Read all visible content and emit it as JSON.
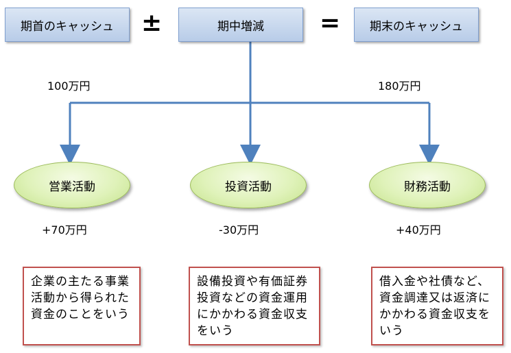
{
  "top": {
    "start_label": "期首のキャッシュ",
    "plus_minus": "±",
    "change_label": "期中増減",
    "equals": "=",
    "end_label": "期末のキャッシュ"
  },
  "amounts": {
    "start": "100万円",
    "end": "180万円"
  },
  "activities": [
    {
      "label": "営業活動",
      "amount": "+70万円",
      "description": "企業の主たる事業活動から得られた資金のことをいう"
    },
    {
      "label": "投資活動",
      "amount": "-30万円",
      "description": "設備投資や有価証券投資などの資金運用にかかわる資金収支をいう"
    },
    {
      "label": "財務活動",
      "amount": "+40万円",
      "description": "借入金や社債など、資金調達又は返済にかかわる資金収支をいう"
    }
  ],
  "colors": {
    "box_fill": "#b8cce8",
    "connector": "#4f81bd",
    "ellipse_fill": "#dff2b9",
    "desc_border": "#c0504d"
  }
}
